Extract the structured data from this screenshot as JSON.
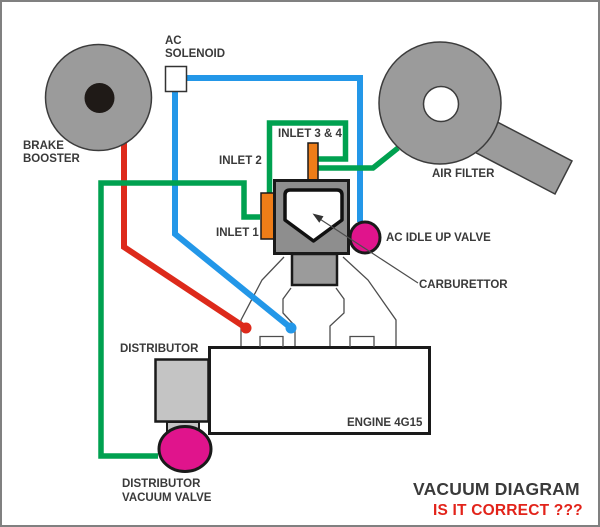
{
  "diagram": {
    "title": "VACUUM DIAGRAM",
    "question": "IS IT CORRECT ???"
  },
  "labels": {
    "ac_solenoid": "AC\nSOLENOID",
    "brake_booster": "BRAKE\nBOOSTER",
    "inlet_3_4": "INLET 3 & 4",
    "inlet_2": "INLET 2",
    "inlet_1": "INLET 1",
    "air_filter": "AIR FILTER",
    "ac_idle_up_valve": "AC IDLE UP VALVE",
    "carburettor": "CARBURETTOR",
    "distributor": "DISTRIBUTOR",
    "engine": "ENGINE 4G15",
    "distributor_vacuum_valve": "DISTRIBUTOR\nVACUUM VALVE"
  },
  "colors": {
    "hose_green": "#00A150",
    "hose_blue": "#2397E8",
    "hose_red": "#DD2A1B",
    "valve_magenta": "#E0148C",
    "inlet_orange": "#EE7D18",
    "component_gray": "#9B9B9B",
    "distributor_gray": "#C4C4C4",
    "carburettor_gray": "#8E8E8E",
    "engine_white": "#FFFFFF",
    "outline_dark": "#1A1A1A",
    "thin_line_gray": "#4D4D4D",
    "label_color": "#3A3A3A",
    "title_color": "#3A3A3A",
    "question_color": "#E2231A",
    "frame_gray": "#808080"
  }
}
